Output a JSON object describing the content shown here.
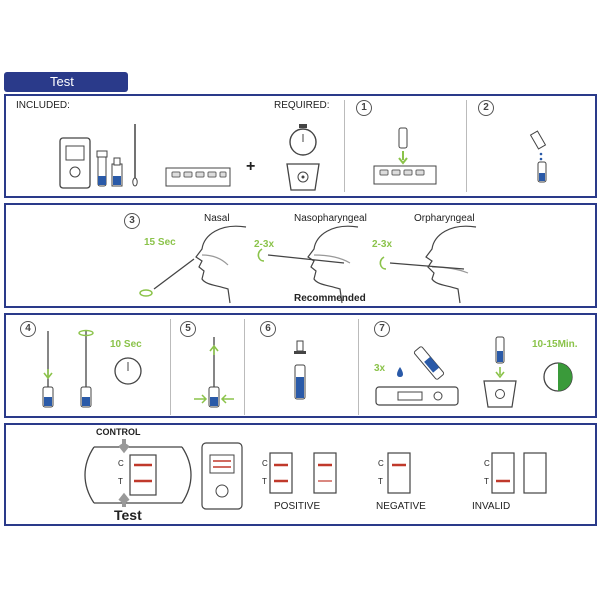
{
  "header": {
    "tab_label": "Test"
  },
  "panel1": {
    "included_label": "INCLUDED:",
    "required_label": "REQUIRED:",
    "plus": "+",
    "step1_number": "1",
    "step2_number": "2"
  },
  "panel2": {
    "step_number": "3",
    "nasal_label": "Nasal",
    "nasopharyngeal_label": "Nasopharyngeal",
    "orpharyngeal_label": "Orpharyngeal",
    "nasal_time": "15 Sec",
    "naso_rotations": "2-3x",
    "oro_rotations": "2-3x",
    "recommended_label": "Recommended"
  },
  "panel3": {
    "step4_number": "4",
    "step4_time": "10 Sec",
    "step5_number": "5",
    "step6_number": "6",
    "step7_number": "7",
    "drops_label": "3x",
    "wait_time": "10-15Min."
  },
  "panel4": {
    "control_label": "CONTROL",
    "test_label": "Test",
    "c_mark": "C",
    "t_mark": "T",
    "positive_label": "POSITIVE",
    "negative_label": "NEGATIVE",
    "invalid_label": "INVALID"
  },
  "colors": {
    "border": "#2a3a8a",
    "green": "#8bc34a",
    "liquid": "#2a5aa8",
    "line_red": "#c0392b"
  }
}
